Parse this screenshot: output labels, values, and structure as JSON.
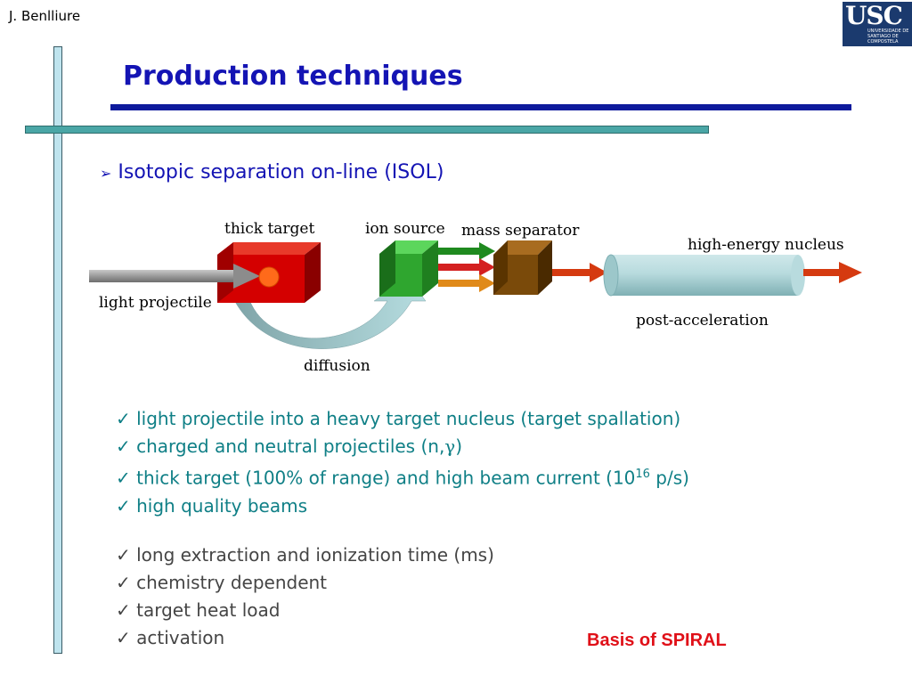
{
  "header": {
    "author": "J. Benlliure",
    "logo_text": "USC",
    "logo_subtext": "UNIVERSIDADE DE SANTIAGO DE COMPOSTELA",
    "title": "Production techniques"
  },
  "section": {
    "arrow": "➢",
    "heading": "Isotopic separation on-line (ISOL)"
  },
  "diagram": {
    "labels": {
      "thick_target": "thick target",
      "ion_source": "ion source",
      "mass_separator": "mass separator",
      "high_energy_nucleus": "high-energy nucleus",
      "light_projectile": "light projectile",
      "post_acceleration": "post-acceleration",
      "diffusion": "diffusion"
    },
    "colors": {
      "target": "#d40000",
      "ion_source": "#2fa62f",
      "mass_separator": "#7a4a0a",
      "accelerator": "#a9d3d6",
      "beam_out": "#d53a10",
      "projectile": "#8c8c8c"
    }
  },
  "advantages": {
    "check": "✓",
    "items": [
      {
        "text": "light projectile into a heavy target nucleus (target spallation)"
      },
      {
        "pre": "charged and neutral projectiles (n,",
        "greek": "γ",
        "post": ")"
      },
      {
        "pre": "thick target (100% of range) and high beam current (10",
        "sup": "16",
        "post": " p/s)"
      },
      {
        "text": "high quality beams"
      }
    ]
  },
  "drawbacks": {
    "items": [
      "long extraction and ionization time (ms)",
      "chemistry dependent",
      "target heat load",
      "activation"
    ]
  },
  "footer": {
    "note": "Basis of SPIRAL"
  }
}
